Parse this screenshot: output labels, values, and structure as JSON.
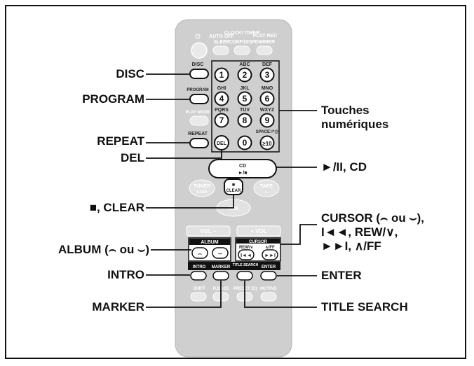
{
  "callouts": {
    "disc": "DISC",
    "program": "PROGRAM",
    "repeat": "REPEAT",
    "del": "DEL",
    "stop_clear": "■, CLEAR",
    "album": "ALBUM (⌢ ou ⌣)",
    "intro": "INTRO",
    "marker": "MARKER",
    "numeric_1": "Touches",
    "numeric_2": "numériques",
    "play_cd": "►/II, CD",
    "cursor_1": "CURSOR (⌢ ou ⌣),",
    "cursor_2": "I◄◄, REW/∨,",
    "cursor_3": "►►I, ∧/FF",
    "enter": "ENTER",
    "title_search": "TITLE SEARCH"
  },
  "remote": {
    "power_symbol": "⏻",
    "auto_off": "AUTO OFF",
    "sleep": "SLEEP",
    "clock_timer": "CLOCK/ TIMER",
    "conf_disp": "CONF/DISP",
    "play_rec": "PLAY REC",
    "dimmer": "DIMMER",
    "disc": "DISC",
    "program": "PROGRAM",
    "play_mode": "PLAY MODE",
    "repeat": "REPEAT",
    "del": "DEL",
    "abc": "ABC",
    "def": "DEF",
    "ghi": "GHI",
    "jkl": "JKL",
    "mno": "MNO",
    "pqrs": "PQRS",
    "tuv": "TUV",
    "wxyz": "WXYZ",
    "space": "SPACE:!*@",
    "digits": [
      "1",
      "2",
      "3",
      "4",
      "5",
      "6",
      "7",
      "8",
      "9",
      "0",
      "≥10"
    ],
    "cd": "CD",
    "cd_sym": "►/■",
    "tuner": "TUNER",
    "band": "BAND",
    "tape": "TAPE",
    "tape_sym": "►",
    "clear_sym": "■",
    "clear": "CLEAR",
    "aux": "AUX",
    "vol_minus": "VOL −",
    "vol_plus": "+ VOL",
    "album": "ALBUM",
    "cursor": "CURSOR",
    "rew": "REW/∨",
    "ff": "∧/FF",
    "intro": "INTRO",
    "marker": "MARKER",
    "title_search": "TITLE SEARCH",
    "enter": "ENTER",
    "shift": "SHIFT",
    "hpass": "H.BASS",
    "preset_eq": "PRESET EQ",
    "muting": "MUTING"
  }
}
